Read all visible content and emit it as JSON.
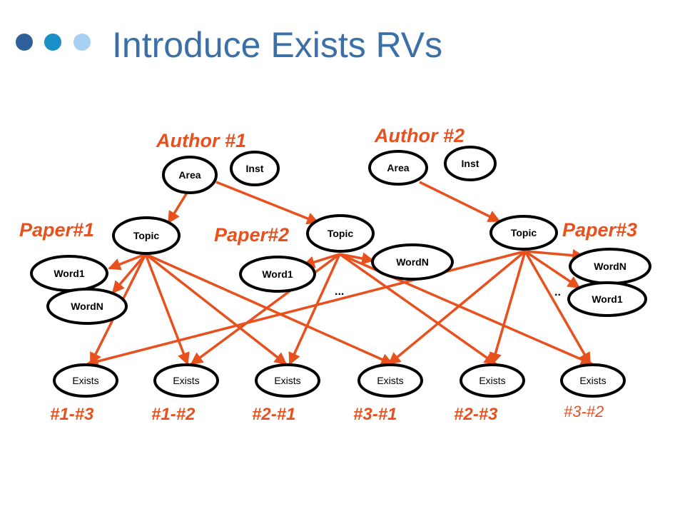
{
  "slide": {
    "title": "Introduce Exists RVs",
    "bullet_colors": [
      "#2f5f9a",
      "#1a8fc8",
      "#a8d0f0"
    ]
  },
  "labels": {
    "author1": "Author #1",
    "author2": "Author #2",
    "paper1": "Paper#1",
    "paper2": "Paper#2",
    "paper3": "Paper#3"
  },
  "nodes": {
    "area1": "Area",
    "inst1": "Inst",
    "area2": "Area",
    "inst2": "Inst",
    "topic1": "Topic",
    "topic2": "Topic",
    "topic3": "Topic",
    "p1_word1": "Word1",
    "p1_wordN": "WordN",
    "p2_word1": "Word1",
    "p2_wordN": "WordN",
    "p3_wordN": "WordN",
    "p3_word1": "Word1",
    "exists": [
      "Exists",
      "Exists",
      "Exists",
      "Exists",
      "Exists",
      "Exists"
    ]
  },
  "ellipsis": {
    "p1": "…",
    "p2": "...",
    "p3": ".."
  },
  "pairs": [
    "#1-#3",
    "#1-#2",
    "#2-#1",
    "#3-#1",
    "#2-#3",
    "#3-#2"
  ],
  "colors": {
    "edge": "#e8501e",
    "title": "#3a6fa8",
    "node_stroke": "#000000"
  }
}
